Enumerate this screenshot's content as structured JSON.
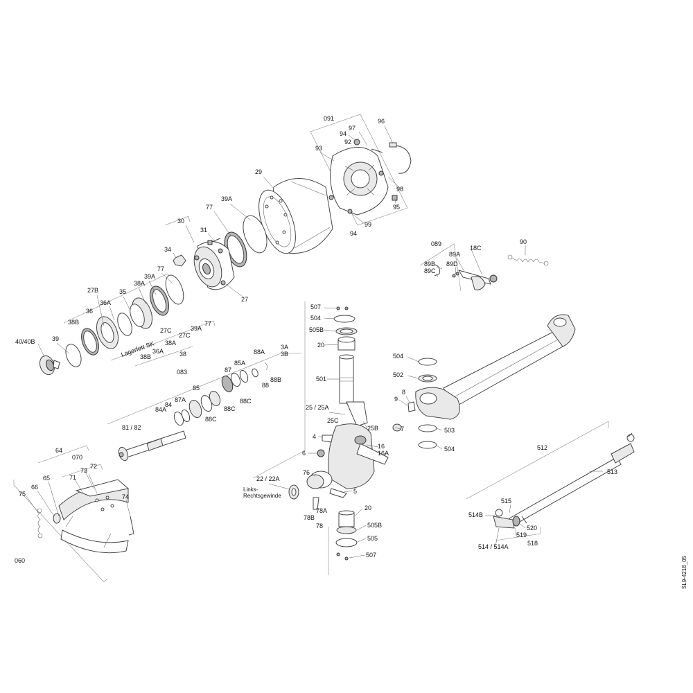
{
  "drawing_id": "SL9-4218_05",
  "labels": {
    "l091": "091",
    "l94a": "94",
    "l97": "97",
    "l96": "96",
    "l92": "92",
    "l93": "93",
    "l98": "98",
    "l95": "95",
    "l99": "99",
    "l94b": "94",
    "l29": "29",
    "l39A": "39A",
    "l77a": "77",
    "l30": "30",
    "l31": "31",
    "l34": "34",
    "l27": "27",
    "l27B": "27B",
    "l36A": "36A",
    "l35": "35",
    "l38A_a": "38A",
    "l39A_b": "39A",
    "l77b": "77",
    "l36": "36",
    "l38B_a": "38B",
    "l40": "40/40B",
    "l39": "39",
    "l27C_a": "27C",
    "l38A_b": "38A",
    "l27C_b": "27C",
    "l39A_c": "39A",
    "l77c": "77",
    "lager": "Lagerfett SK",
    "l38B_b": "38B",
    "l36A_b": "36A",
    "l38": "38",
    "l089": "089",
    "l18C": "18C",
    "l90": "90",
    "l89A": "89A",
    "l89B": "89B",
    "l89D": "89D",
    "l89C": "89C",
    "l083": "083",
    "l88A": "88A",
    "l85A": "85A",
    "l87": "87",
    "l88B": "88B",
    "l88": "88",
    "l85": "85",
    "l88C_a": "88C",
    "l87A": "87A",
    "l84": "84",
    "l84A": "84A",
    "l88C_b": "88C",
    "l88C_c": "88C",
    "l81": "81 / 82",
    "l3A": "3A",
    "l3B": "3B",
    "l507a": "507",
    "l504a": "504",
    "l505B_a": "505B",
    "l20a": "20",
    "l501": "501",
    "l25": "25 / 25A",
    "l25C": "25C",
    "l25B": "25B",
    "l4": "4",
    "l16": "16",
    "l16A": "16A",
    "l6": "6",
    "l76": "76",
    "l5": "5",
    "l22": "22 / 22A",
    "links": "Links-",
    "rechts": "Rechtsgewinde",
    "l78A": "78A",
    "l78B": "78B",
    "l78": "78",
    "l20b": "20",
    "l505B_b": "505B",
    "l505": "505",
    "l507b": "507",
    "l504b": "504",
    "l502": "502",
    "l9": "9",
    "l8": "8",
    "l7": "7",
    "l503": "503",
    "l504c": "504",
    "l512": "512",
    "l513": "513",
    "l515": "515",
    "l514B": "514B",
    "l520": "520",
    "l519": "519",
    "l518": "518",
    "l514": "514 / 514A",
    "l64": "64",
    "l070": "070",
    "l72": "72",
    "l73": "73",
    "l71": "71",
    "l65": "65",
    "l66": "66",
    "l75": "75",
    "l74": "74",
    "l060": "060"
  }
}
